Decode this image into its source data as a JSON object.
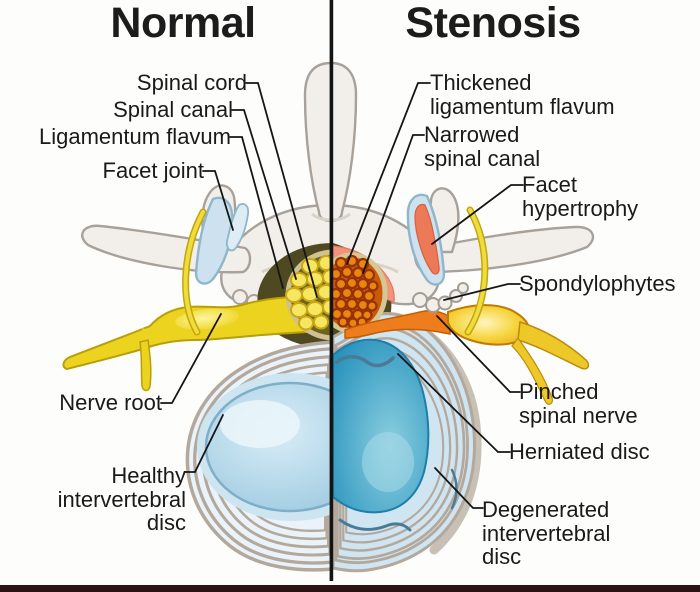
{
  "figure": {
    "left_panel": {
      "title": "Normal",
      "labels": {
        "spinal_cord": "Spinal cord",
        "spinal_canal": "Spinal canal",
        "ligamentum_flavum": "Ligamentum flavum",
        "facet_joint": "Facet joint",
        "nerve_root": "Nerve root",
        "healthy_disc": "Healthy\nintervertebral\ndisc"
      }
    },
    "right_panel": {
      "title": "Stenosis",
      "labels": {
        "thickened_ligamentum_flavum": "Thickened\nligamentum flavum",
        "narrowed_spinal_canal": "Narrowed\nspinal canal",
        "facet_hypertrophy": "Facet\nhypertrophy",
        "spondylophytes": "Spondylophytes",
        "pinched_spinal_nerve": "Pinched\nspinal nerve",
        "herniated_disc": "Herniated disc",
        "degenerated_disc": "Degenerated\nintervertebral\ndisc"
      }
    },
    "colors": {
      "bone": "#f2efea",
      "bone_outline": "#a8a199",
      "facet_cartilage_blue": "#cde2ee",
      "inflamed_facet_red": "#ec7a58",
      "ligamentum_flavum_olive": "#4e4920",
      "thickened_flavum_salmon": "#f2937b",
      "nerve_yellow": "#ecd31f",
      "pinched_nerve_orange": "#ee7d1e",
      "canal_dots_yellow": "#f7e760",
      "compressed_dots_orange": "#e8860e",
      "disc_blue": "#cfe5f1",
      "nucleus_blue": "#a7d0e4",
      "herniated_teal": "#2a93bc",
      "divider_black": "#141414",
      "footer_maroon": "#2a1310",
      "label_text": "#1a1a1a"
    }
  }
}
